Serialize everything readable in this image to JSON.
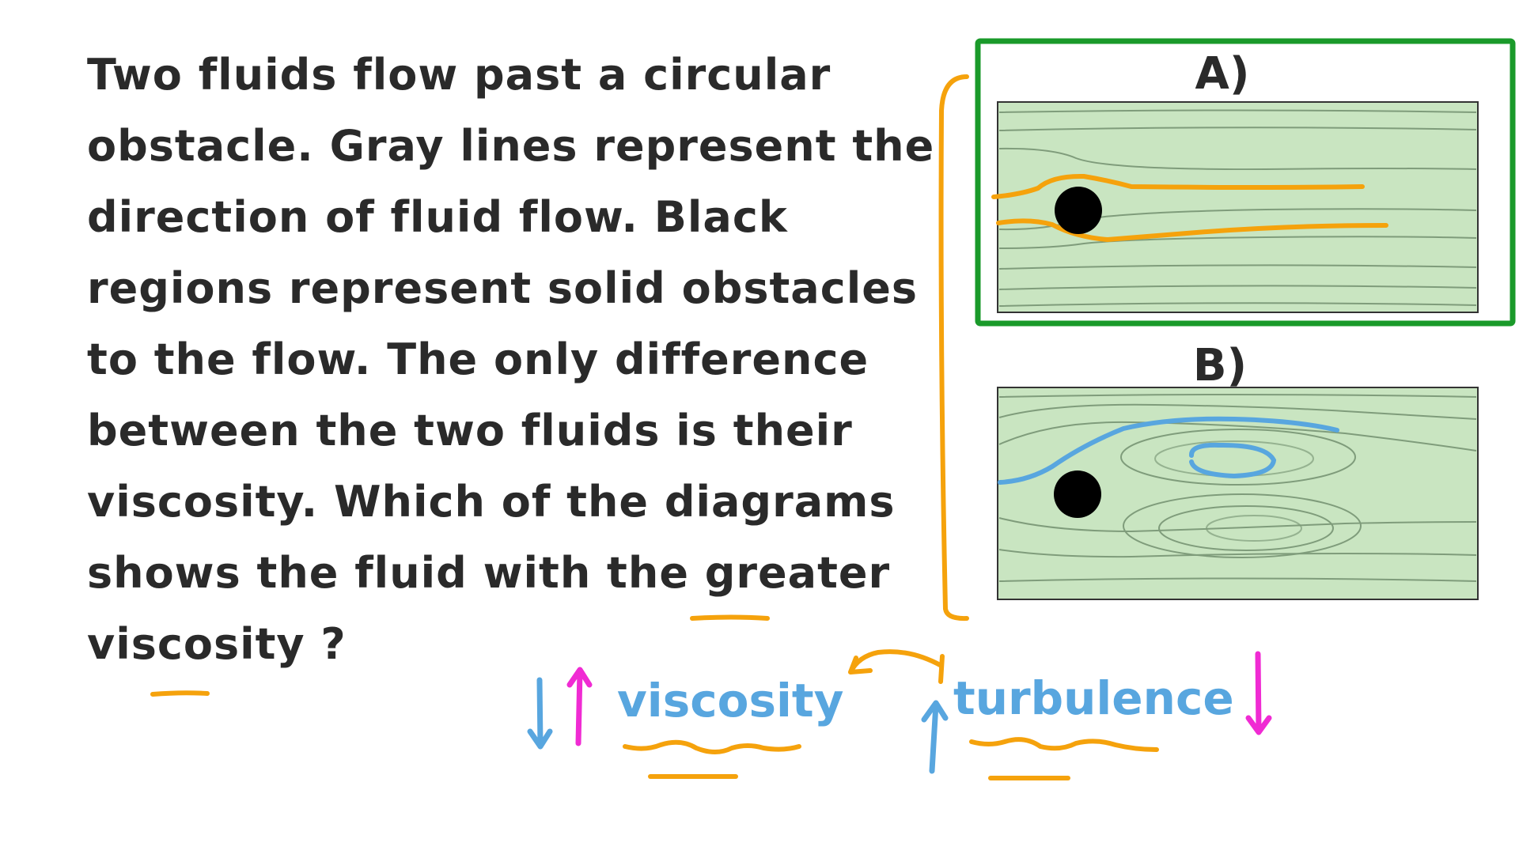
{
  "question": {
    "lines": [
      "Two fluids flow past a circular",
      "obstacle. Gray lines represent the",
      "direction of fluid flow. Black",
      "regions represent solid obstacles",
      "to the flow. The only difference",
      "between the two fluids is their",
      "viscosity. Which of the diagrams",
      "shows the fluid with the greater",
      "viscosity ?"
    ]
  },
  "diagrams": [
    {
      "label": "A)",
      "selected": true,
      "flow": "laminar"
    },
    {
      "label": "B)",
      "selected": false,
      "flow": "eddies"
    }
  ],
  "annotations": {
    "viscosity": "viscosity",
    "turbulence": "turbulence",
    "viscosity_arrows": [
      "down",
      "up"
    ],
    "turbulence_arrows": [
      "up",
      "down"
    ]
  },
  "colors": {
    "text": "#2a2a2a",
    "fluid": "#c9e5c1",
    "flowline": "#7f9c7b",
    "obstacle": "#000000",
    "selection": "#1a9a2a",
    "orange": "#f5a20c",
    "blue": "#58a6df",
    "magenta": "#f02bd3"
  }
}
